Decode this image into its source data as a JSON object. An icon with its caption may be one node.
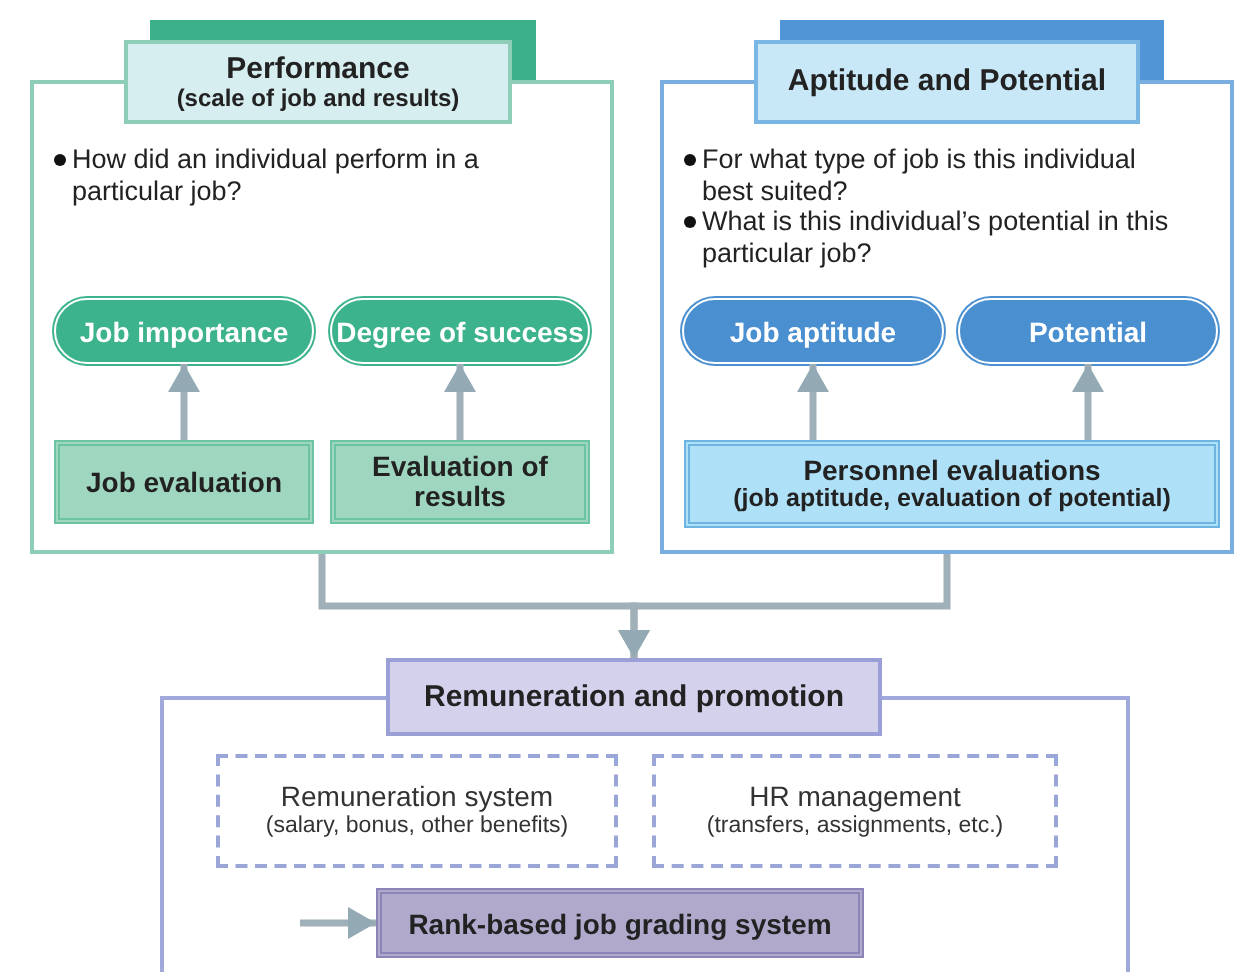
{
  "diagram": {
    "nodes": [
      {
        "text": [
          "Performance",
          "(scale of job and results)",
          "How did an individual perform in a particular job?"
        ]
      },
      {
        "text": [
          "Job importance"
        ],
        "in": 0
      },
      {
        "text": [
          "Degree of success"
        ],
        "in": 0
      },
      {
        "text": [
          "Job evaluation"
        ],
        "in": 0
      },
      {
        "text": [
          "Evaluation of results"
        ],
        "in": 0
      },
      {
        "text": [
          "Aptitude and Potential",
          "For what type of job is this individual best suited?",
          "What is this individual’s potential in this particular job?"
        ]
      },
      {
        "text": [
          "Job aptitude"
        ],
        "in": 5
      },
      {
        "text": [
          "Potential"
        ],
        "in": 5
      },
      {
        "text": [
          "Personnel evaluations",
          "(job aptitude, evaluation of potential)"
        ],
        "in": 5
      },
      {
        "text": [
          "Remuneration and promotion"
        ]
      },
      {
        "text": [
          "Remuneration system",
          "(salary, bonus, other benefits)"
        ],
        "in": 9
      },
      {
        "text": [
          "HR management",
          "(transfers, assignments, etc.)"
        ],
        "in": 9
      },
      {
        "text": [
          "Rank-based job grading system"
        ],
        "in": 9
      }
    ],
    "edges": [
      {
        "from": 3,
        "to": 1,
        "arrow": "to"
      },
      {
        "from": 4,
        "to": 2,
        "arrow": "to"
      },
      {
        "from": 8,
        "to": 6,
        "arrow": "to"
      },
      {
        "from": 8,
        "to": 7,
        "arrow": "to"
      },
      {
        "from": 0,
        "to": 9,
        "arrow": "to"
      },
      {
        "from": 5,
        "to": 9,
        "arrow": "to"
      },
      {
        "from": null,
        "to": 12,
        "arrow": "to"
      }
    ]
  }
}
